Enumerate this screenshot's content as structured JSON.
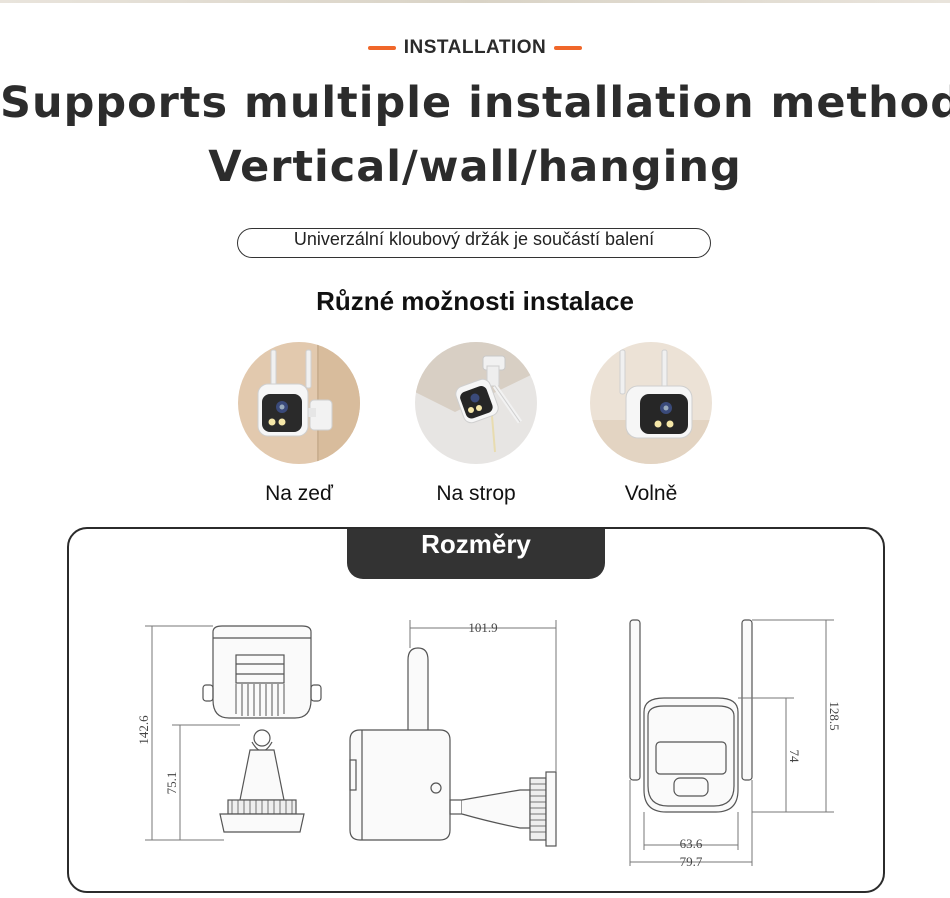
{
  "header": {
    "kicker": "INSTALLATION",
    "title_line1": "Supports multiple installation methods",
    "title_line2": "Vertical/wall/hanging",
    "bracket_note": "Univerzální kloubový držák je součástí balení",
    "options_title": "Různé možnosti instalace"
  },
  "options": [
    {
      "label": "Na zeď",
      "icon": "wall-mount-photo"
    },
    {
      "label": "Na strop",
      "icon": "ceiling-mount-photo"
    },
    {
      "label": "Volně",
      "icon": "freestanding-photo"
    }
  ],
  "dimensions": {
    "title": "Rozměry",
    "front_height": "142.6",
    "front_base_height": "75.1",
    "side_depth": "101.9",
    "rear_total_height": "128.5",
    "rear_body_height": "74",
    "rear_body_width": "63.6",
    "rear_total_width": "79.7"
  },
  "colors": {
    "accent": "#f0672a",
    "dark": "#333333"
  }
}
